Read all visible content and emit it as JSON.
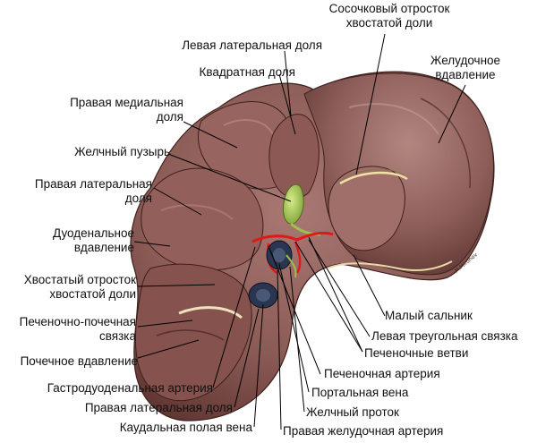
{
  "labels": {
    "papillary_process": "Сосочковый отросток\nхвостатой доли",
    "left_lateral_lobe": "Левая латеральная доля",
    "quadrate_lobe": "Квадратная доля",
    "gastric_impression": "Желудочное\nвдавление",
    "right_medial_lobe": "Правая медиальная\nдоля",
    "gallbladder": "Желчный пузырь",
    "right_lateral_lobe_top": "Правая латеральная\nдоля",
    "duodenal_impression": "Дуоденальное\nвдавление",
    "caudate_process": "Хвостатый отросток\nхвостатой доли",
    "hepatorenal_ligament": "Печеночно-почечная\nсвязка",
    "renal_impression": "Почечное вдавление",
    "lesser_omentum": "Малый сальник",
    "left_triangular_ligament": "Левая треугольная связка",
    "hepatic_branches": "Печеночные ветви",
    "hepatic_artery": "Печеночная артерия",
    "portal_vein": "Портальная вена",
    "bile_duct": "Желчный проток",
    "gastroduodenal_artery": "Гастродуоденальная артерия",
    "right_lateral_lobe_bottom": "Правая латеральная доля",
    "caudal_vena_cava": "Каудальная полая вена",
    "right_gastric_artery": "Правая желудочная артерия"
  },
  "signature": "M.Mironov",
  "colors": {
    "liver": "#8a5a55",
    "liver_dark": "#5e3430",
    "liver_light": "#b48680",
    "gallbladder": "#9bc24a",
    "artery": "#e01818",
    "vein": "#2a3550",
    "leader": "#000000"
  }
}
